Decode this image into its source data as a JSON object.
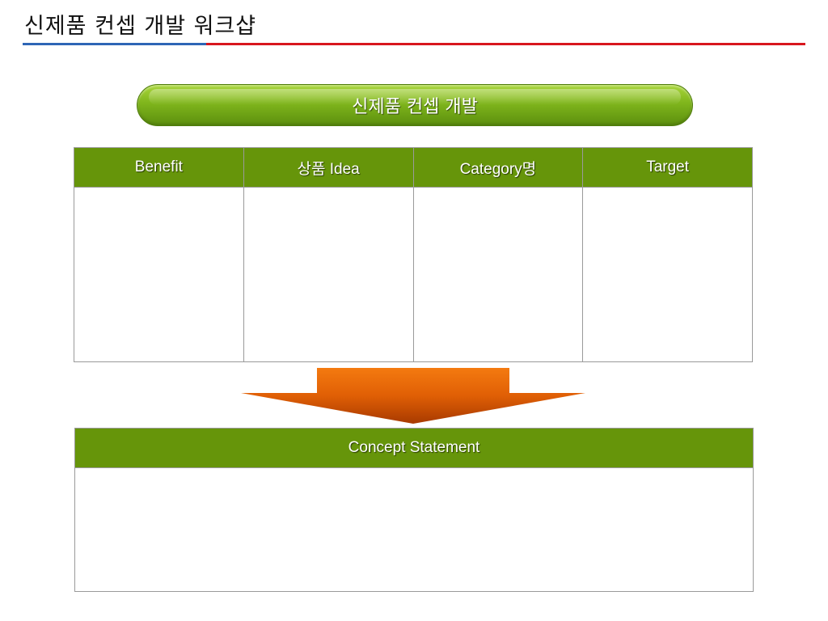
{
  "slide": {
    "title": "신제품 컨셉 개발 워크샵"
  },
  "banner": {
    "label": "신제품 컨셉 개발"
  },
  "table": {
    "columns": [
      "Benefit",
      "상품 Idea",
      "Category명",
      "Target"
    ],
    "rows": [
      [
        "",
        "",
        "",
        ""
      ]
    ]
  },
  "concept": {
    "header": "Concept Statement",
    "body": ""
  },
  "colors": {
    "header_green": "#66950a",
    "arrow_orange": "#f06a06",
    "rule_blue": "#2e66b6",
    "rule_red": "#d8161e"
  }
}
